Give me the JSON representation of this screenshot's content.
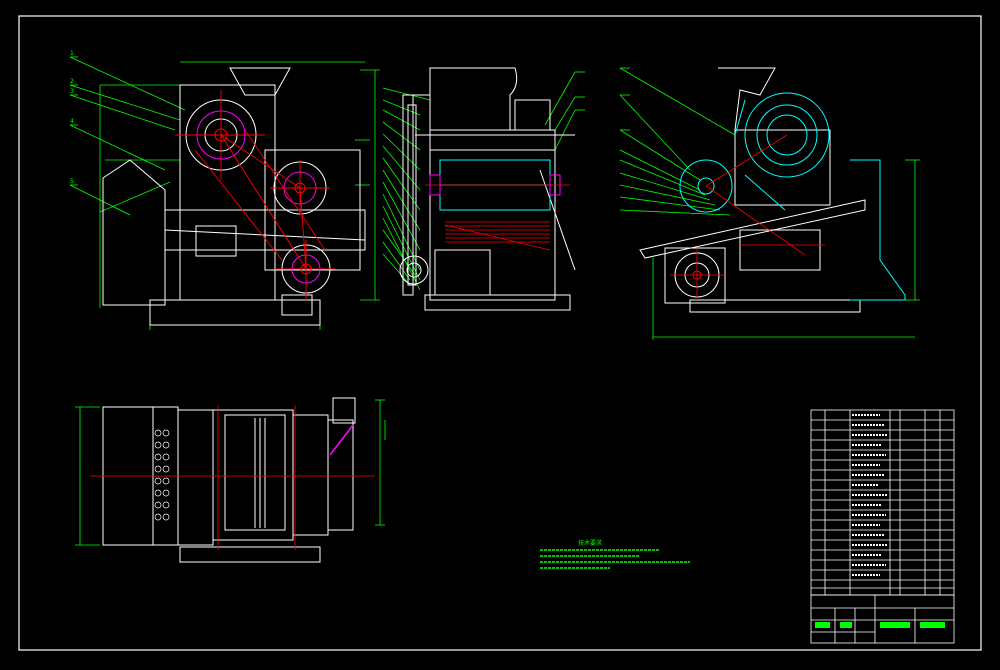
{
  "drawing": {
    "background": "#000000",
    "colors": {
      "frame": "#ffffff",
      "dimension": "#00ff00",
      "centerline": "#ff0000",
      "cyan": "#00ffff",
      "magenta": "#ff00ff",
      "yellow": "#ffff00",
      "text_green": "#7fff00"
    },
    "views": [
      "front-view",
      "side-view",
      "right-view",
      "top-view"
    ],
    "tech_notes": {
      "title": "技术要求",
      "lines": [
        "",
        "",
        "",
        ""
      ]
    },
    "title_block": {
      "name": "",
      "code": ""
    }
  }
}
